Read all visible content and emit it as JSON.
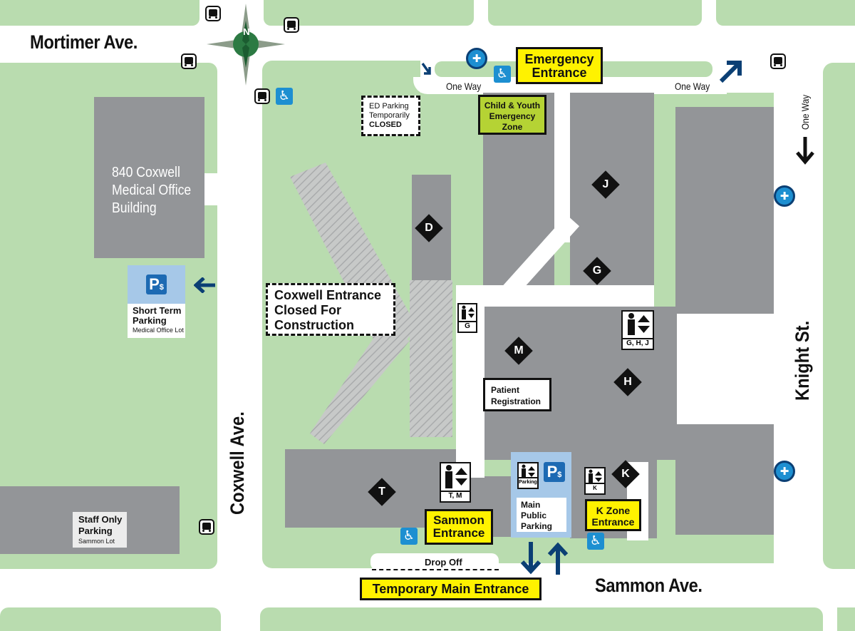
{
  "streets": {
    "mortimer": "Mortimer Ave.",
    "coxwell": "Coxwell Ave.",
    "knight": "Knight St.",
    "sammon": "Sammon Ave."
  },
  "compass": {
    "north_label": "N"
  },
  "one_way_labels": [
    "One Way",
    "One Way",
    "One Way"
  ],
  "buildings": {
    "medical_office": {
      "line1": "840 Coxwell",
      "line2": "Medical Office",
      "line3": "Building"
    }
  },
  "zones": [
    "D",
    "J",
    "G",
    "M",
    "H",
    "T",
    "K"
  ],
  "signs": {
    "emergency_entrance": {
      "line1": "Emergency",
      "line2": "Entrance"
    },
    "child_youth": {
      "line1": "Child & Youth",
      "line2": "Emergency",
      "line3": "Zone"
    },
    "ed_parking": {
      "line1": "ED Parking",
      "line2": "Temporarily",
      "line3": "CLOSED"
    },
    "coxwell_closed": {
      "line1": "Coxwell Entrance",
      "line2": "Closed For",
      "line3": "Construction"
    },
    "patient_registration": {
      "line1": "Patient",
      "line2": "Registration"
    },
    "sammon_entrance": {
      "line1": "Sammon",
      "line2": "Entrance"
    },
    "k_zone_entrance": {
      "line1": "K Zone",
      "line2": "Entrance"
    },
    "temporary_main_entrance": "Temporary Main Entrance",
    "drop_off": "Drop Off"
  },
  "parking": {
    "short_term": {
      "icon_label": "P",
      "currency": "$",
      "line1": "Short Term",
      "line2": "Parking",
      "line3": "Medical Office Lot"
    },
    "main_public": {
      "icon_label": "P",
      "currency": "$",
      "line1": "Main",
      "line2": "Public",
      "line3": "Parking"
    },
    "staff_only": {
      "line1": "Staff Only",
      "line2": "Parking",
      "line3": "Sammon Lot"
    }
  },
  "elevators": {
    "g": "G",
    "ghj": "G, H, J",
    "tm": "T, M",
    "parking": "Parking",
    "k": "K"
  },
  "colors": {
    "green": "#b9dcaf",
    "building": "#939598",
    "sign_yellow": "#fff200",
    "lime": "#b5d334",
    "accessible_blue": "#1d8fd1",
    "parking_blue": "#1d6ab3",
    "parking_light": "#a6c8e8",
    "arrow_navy": "#0b3f74"
  }
}
